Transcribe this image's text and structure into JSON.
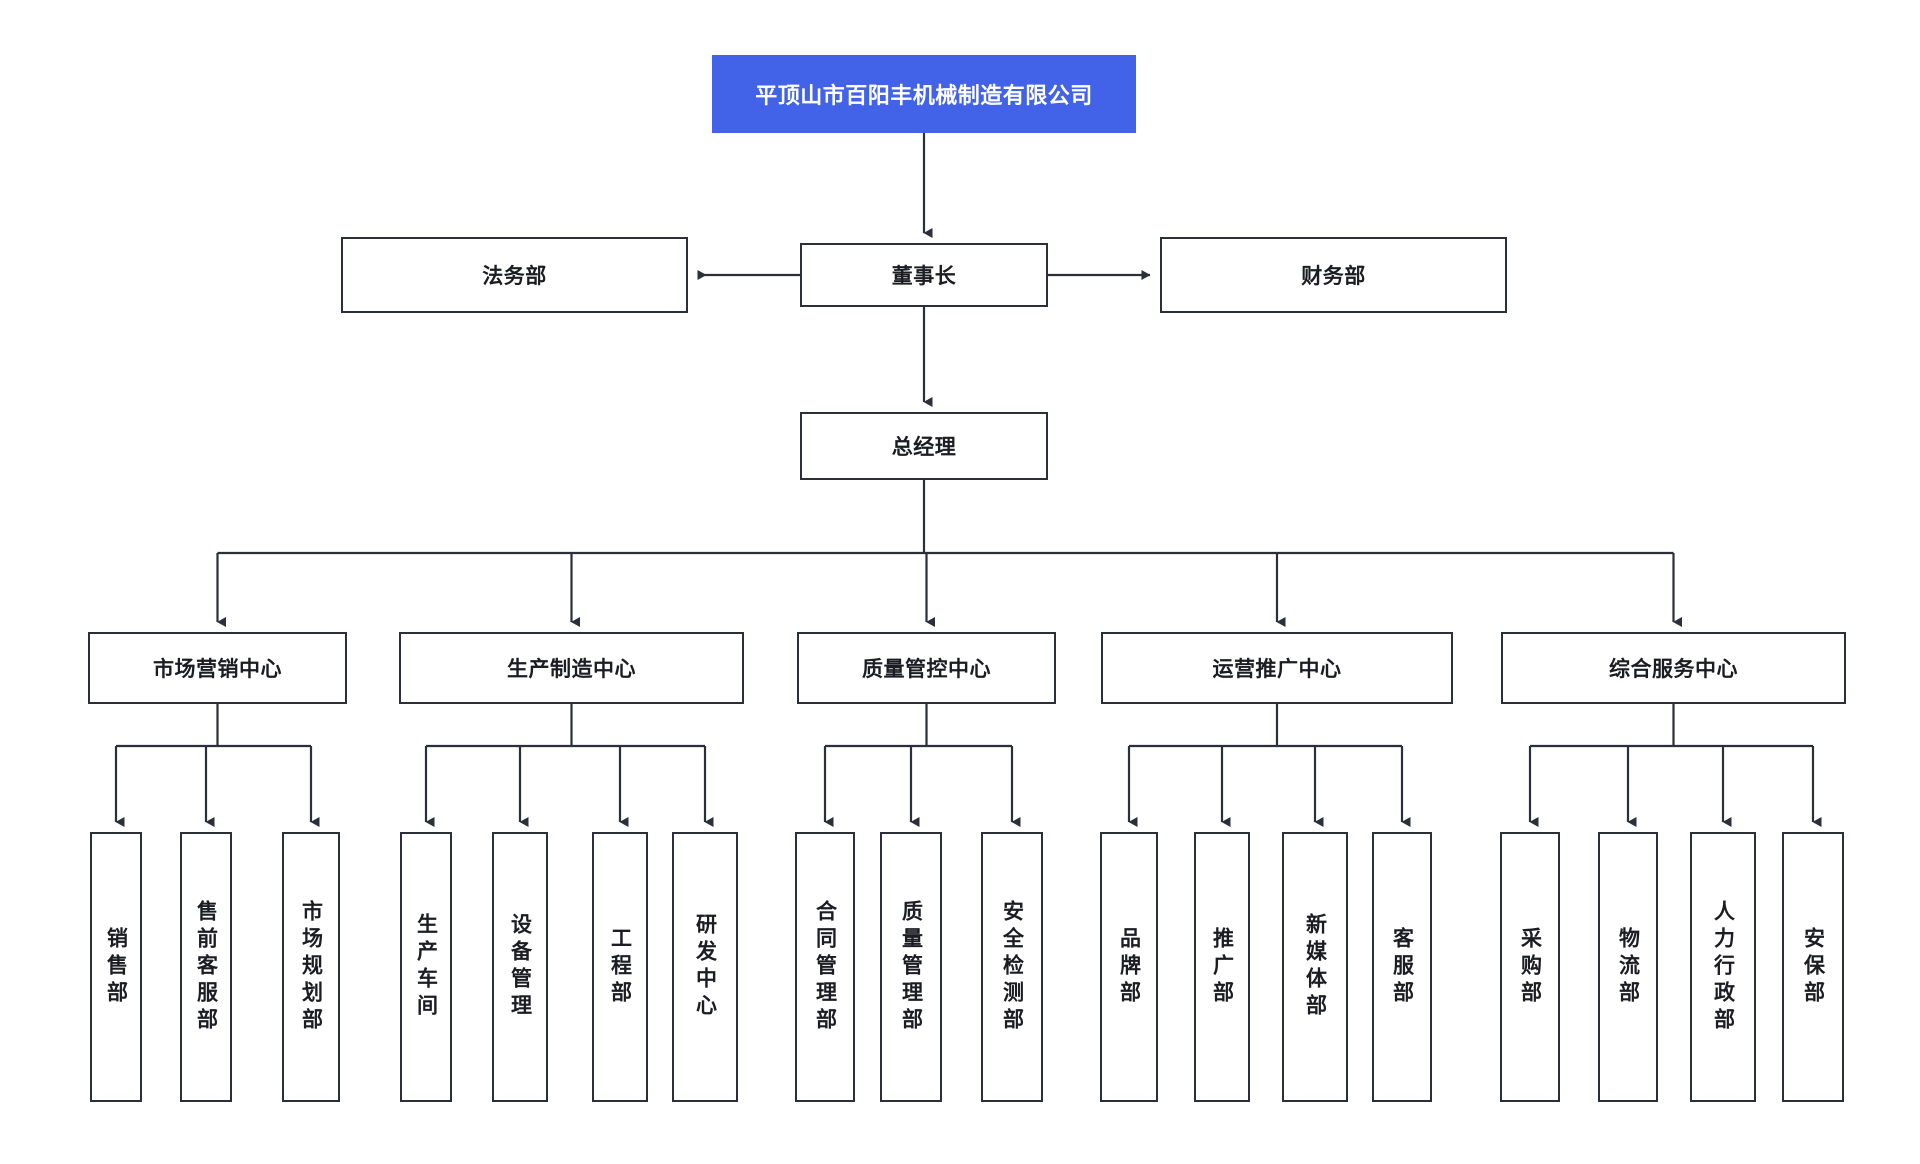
{
  "theme": {
    "root_fill": "#4262e8",
    "root_text": "#ffffff",
    "node_stroke": "#2b2f3a",
    "node_fill": "#ffffff",
    "node_text": "#1b1d23",
    "connector": "#2b2f3a",
    "background": "#ffffff"
  },
  "chart_data": {
    "type": "org-chart",
    "title": "平顶山市百阳丰机械制造有限公司",
    "orientation": "top-down",
    "levels": 5
  },
  "root": {
    "label": "平顶山市百阳丰机械制造有限公司"
  },
  "chairman": {
    "label": "董事长"
  },
  "chairman_left": {
    "label": "法务部"
  },
  "chairman_right": {
    "label": "财务部"
  },
  "general_manager": {
    "label": "总经理"
  },
  "centers": [
    {
      "label": "市场营销中心",
      "departments": [
        {
          "label": "销售部"
        },
        {
          "label": "售前客服部"
        },
        {
          "label": "市场规划部"
        }
      ]
    },
    {
      "label": "生产制造中心",
      "departments": [
        {
          "label": "生产车间"
        },
        {
          "label": "设备管理"
        },
        {
          "label": "工程部"
        },
        {
          "label": "研发中心"
        }
      ]
    },
    {
      "label": "质量管控中心",
      "departments": [
        {
          "label": "合同管理部"
        },
        {
          "label": "质量管理部"
        },
        {
          "label": "安全检测部"
        }
      ]
    },
    {
      "label": "运营推广中心",
      "departments": [
        {
          "label": "品牌部"
        },
        {
          "label": "推广部"
        },
        {
          "label": "新媒体部"
        },
        {
          "label": "客服部"
        }
      ]
    },
    {
      "label": "综合服务中心",
      "departments": [
        {
          "label": "采购部"
        },
        {
          "label": "物流部"
        },
        {
          "label": "人力行政部"
        },
        {
          "label": "安保部"
        }
      ]
    }
  ]
}
